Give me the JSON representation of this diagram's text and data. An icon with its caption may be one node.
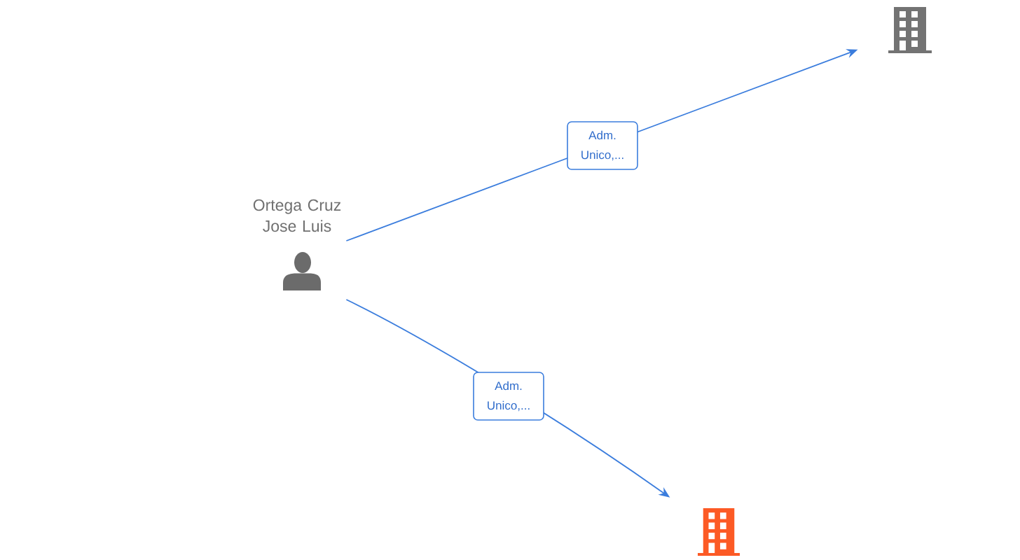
{
  "diagram": {
    "nodes": [
      {
        "text": [
          "Ortega Cruz Jose Luis"
        ]
      },
      {
        "text": [],
        "shape": "building"
      },
      {
        "text": [],
        "shape": "building"
      }
    ],
    "edges": [
      {
        "from": 0,
        "to": 1,
        "arrow": "to",
        "label": "Adm. Unico,..."
      },
      {
        "from": 0,
        "to": 2,
        "arrow": "to",
        "label": "Adm. Unico,..."
      }
    ]
  }
}
